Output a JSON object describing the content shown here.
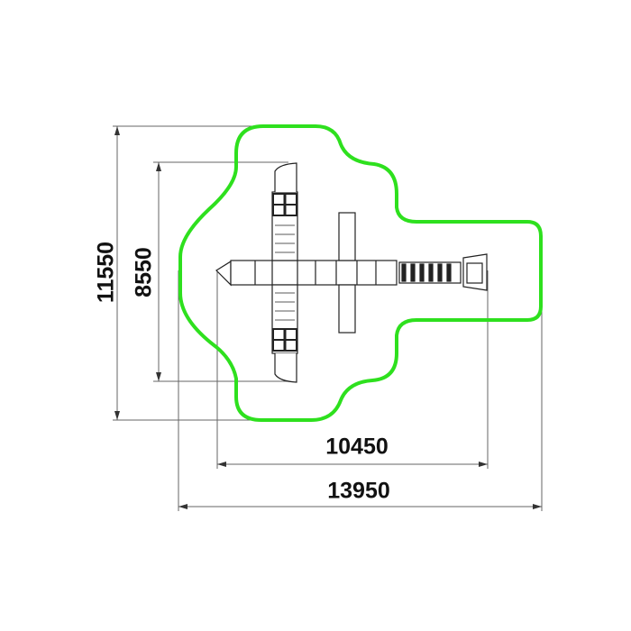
{
  "drawing": {
    "dimensions": {
      "overall_height": "11550",
      "equipment_height": "8550",
      "equipment_width": "10450",
      "overall_width": "13950"
    },
    "colors": {
      "safety_zone": "#2ee01e",
      "equipment": "#222222",
      "dimension_lines": "#555555"
    }
  }
}
